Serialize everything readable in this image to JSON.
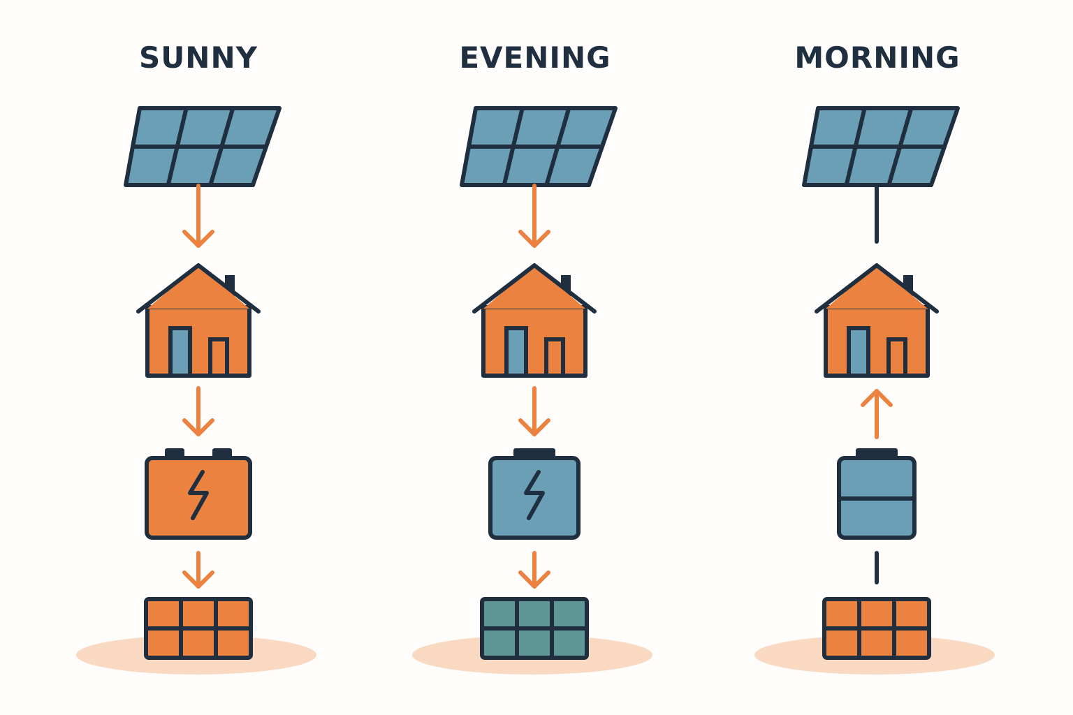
{
  "scenarios": [
    {
      "title": "SUNNY",
      "panel_to_house": "arrow-down",
      "house_to_battery": "arrow-down",
      "battery_to_grid": "arrow-down",
      "battery_state": "charged",
      "battery_color": "#ec8240",
      "grid_color": "#ec8240"
    },
    {
      "title": "EVENING",
      "panel_to_house": "arrow-down",
      "house_to_battery": "arrow-down",
      "battery_to_grid": "arrow-down",
      "battery_state": "charged",
      "battery_color": "#6a9fb5",
      "grid_color": "#5e9896"
    },
    {
      "title": "MORNING",
      "panel_to_house": "line",
      "house_to_battery": "arrow-up",
      "battery_to_grid": "line",
      "battery_state": "half",
      "battery_color": "#6a9fb5",
      "grid_color": "#ec8240"
    }
  ],
  "colors": {
    "outline": "#1f2f3f",
    "panel_cell": "#6a9fb5",
    "house": "#ec8240",
    "door": "#6a9fb5",
    "arrow": "#ec8240",
    "ground": "#f9d9c2"
  }
}
